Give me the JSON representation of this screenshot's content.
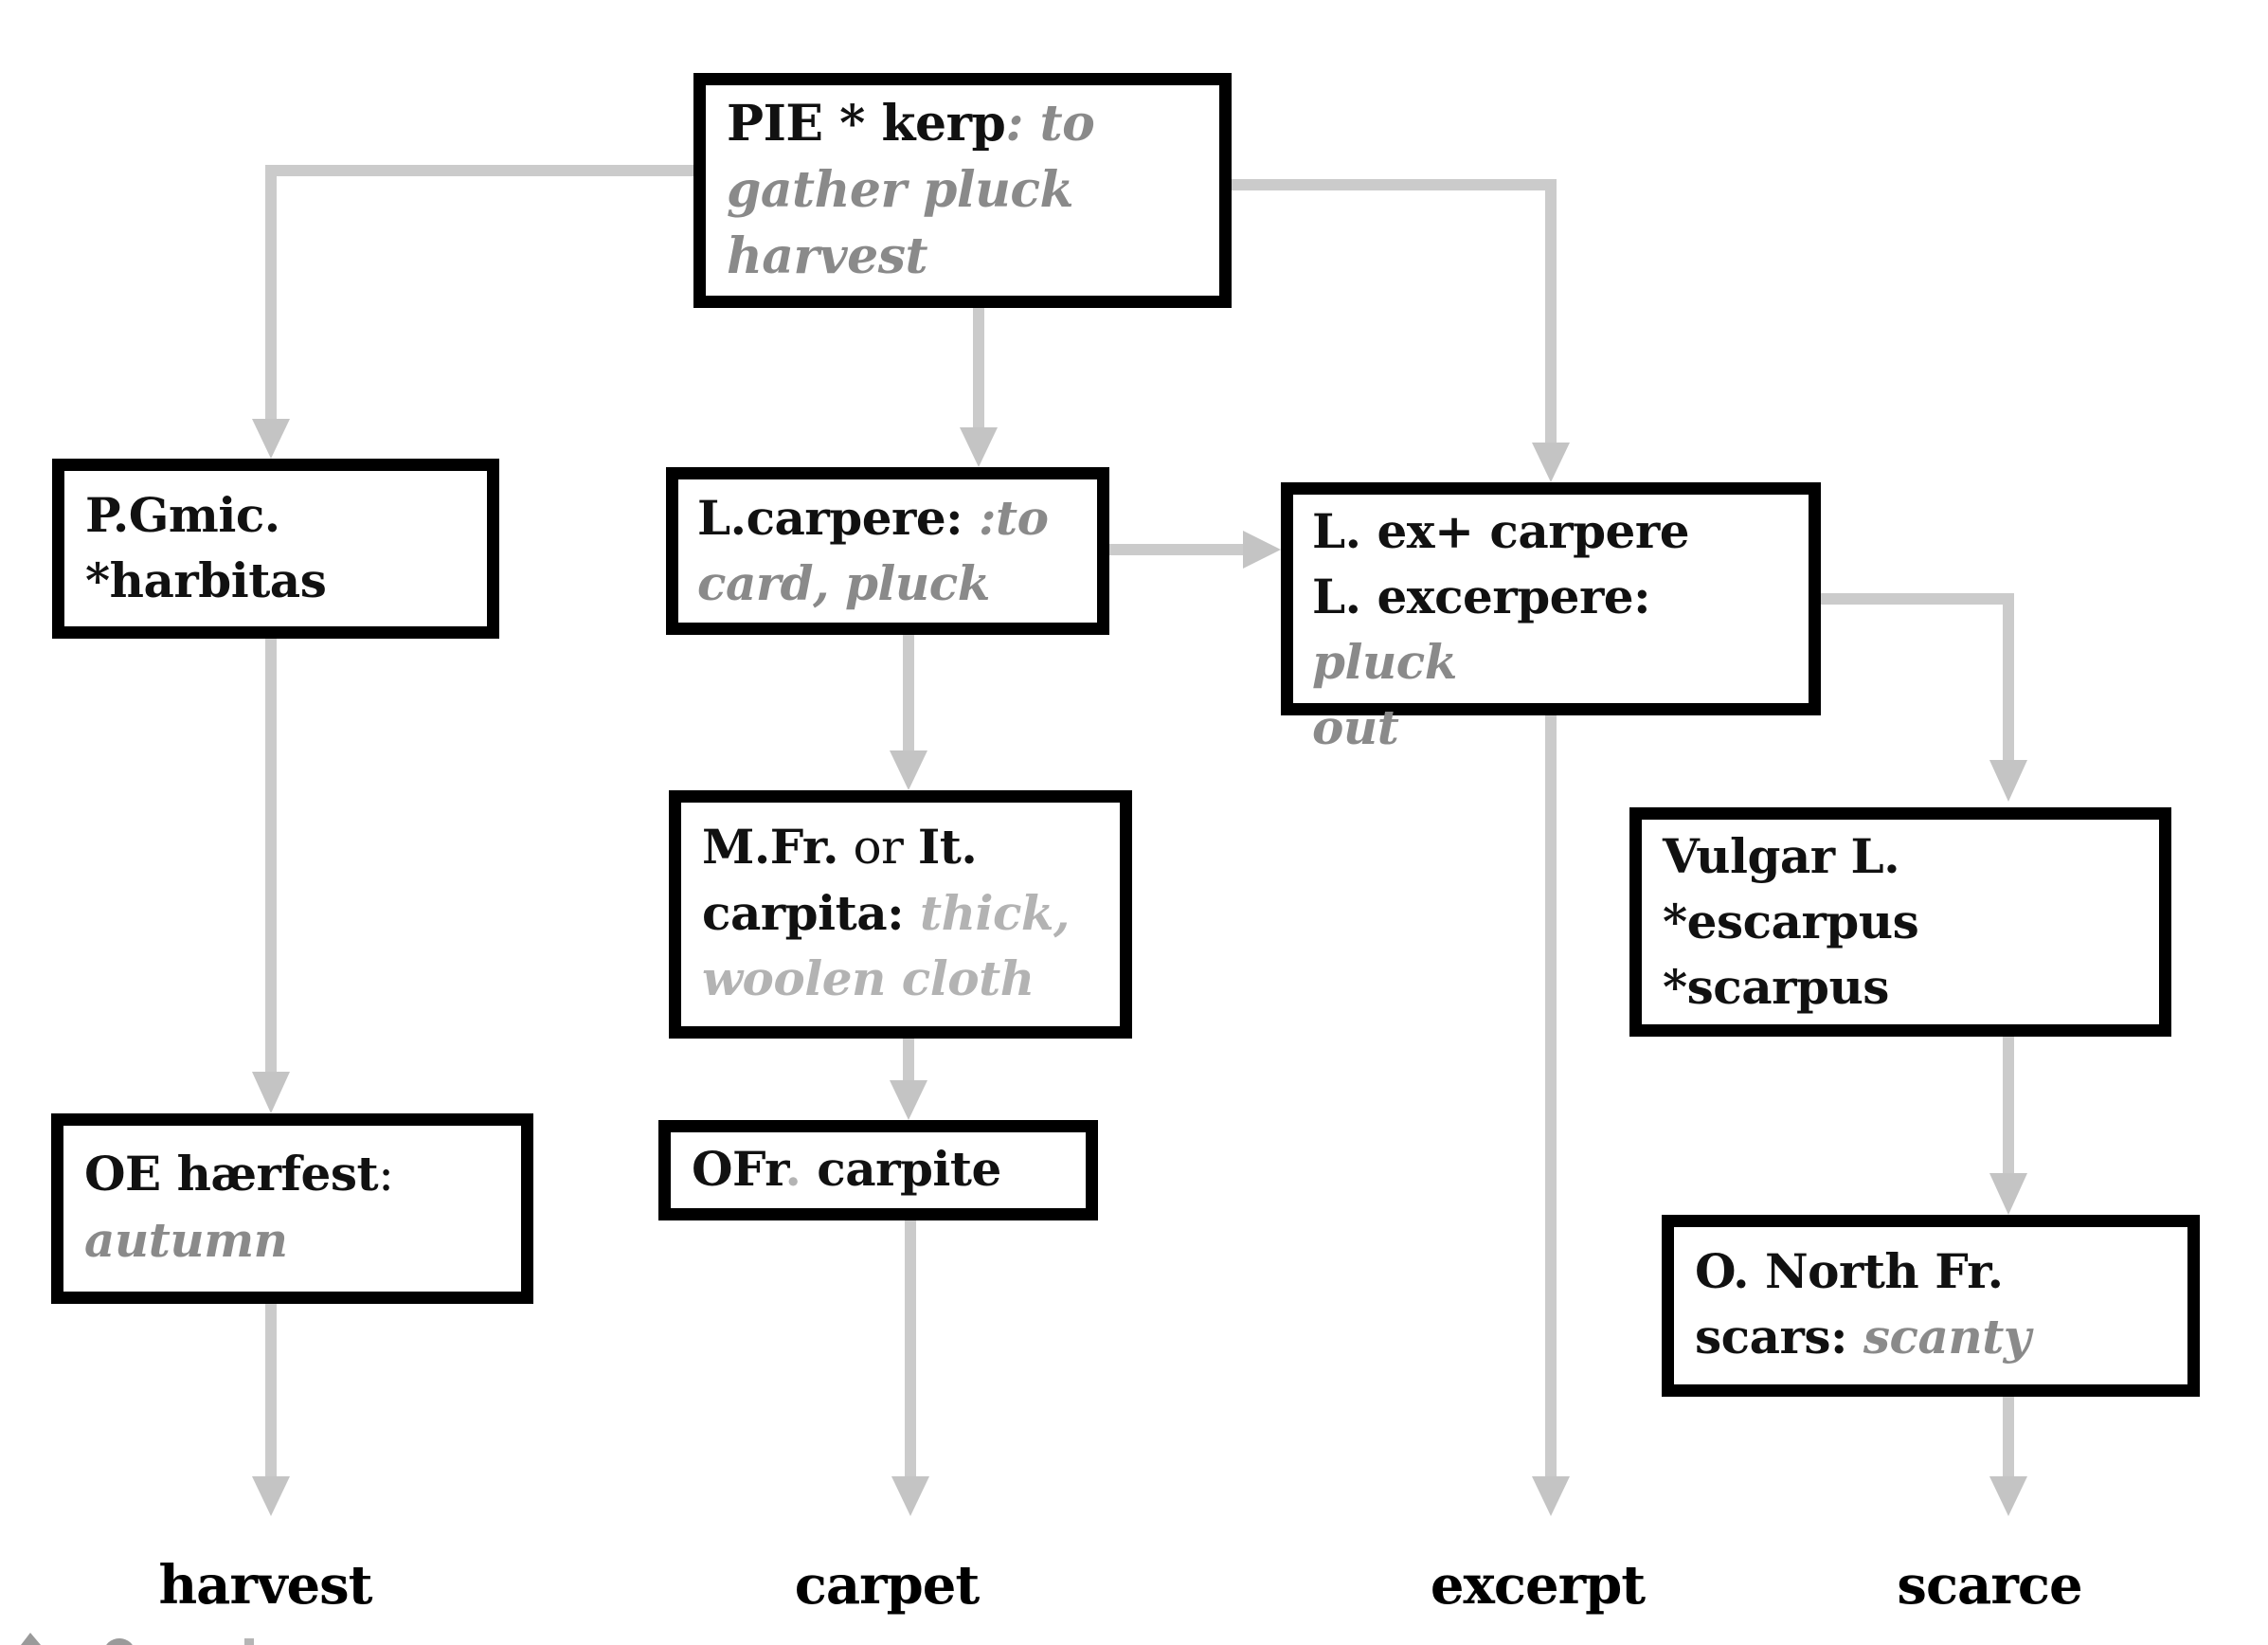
{
  "colors": {
    "box_border": "#000000",
    "term_text": "#111111",
    "gloss_text": "#8a8a8a",
    "gloss_light_text": "#b3b3b3",
    "arrow_line": "#cbcbcb",
    "arrow_head": "#c4c4c4",
    "background": "#ffffff"
  },
  "nodes": {
    "pie": {
      "term": "PIE * kerp",
      "gloss1": ": to",
      "gloss2": "gather pluck",
      "gloss3": "harvest"
    },
    "pgmic": {
      "line1": "P.Gmic.",
      "line2": "*harbitas"
    },
    "carpere": {
      "term": "L.carpere:",
      "gloss1": " :to",
      "gloss2": "card, pluck"
    },
    "excerpere": {
      "line1": "L. ex+ carpere",
      "term2": "L. excerpere:",
      "gloss1": " pluck",
      "gloss2": "out"
    },
    "carpita": {
      "term1": "M.Fr.",
      "mid": " or ",
      "term2": "It.",
      "term3": "carpita:",
      "gloss1": " thick,",
      "gloss2": "woolen cloth"
    },
    "vulgar": {
      "line1": "Vulgar L.",
      "line2": "*escarpus",
      "line3": "*scarpus"
    },
    "haerfest": {
      "term": "OE hærfest",
      "colon": ":",
      "gloss": "autumn"
    },
    "carpite": {
      "term1": "OFr",
      "dot": ".",
      "term2": " carpite"
    },
    "scars": {
      "line1": "O. North Fr.",
      "term2": "scars:",
      "gloss": " scanty"
    }
  },
  "leaves": {
    "harvest": "harvest",
    "carpet": "carpet",
    "excerpt": "excerpt",
    "scarce": "scarce"
  }
}
